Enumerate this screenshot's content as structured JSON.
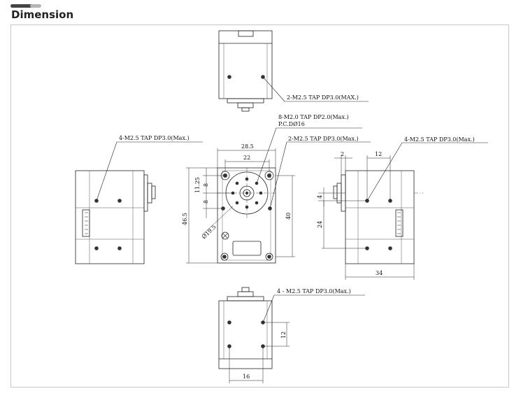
{
  "header": {
    "title": "Dimension"
  },
  "top_view": {
    "note": "2-M2.5 TAP DP3.0(MAX.)"
  },
  "front_view": {
    "note_hub_line1": "8-M2.0 TAP DP2.0(Max.)",
    "note_hub_line2": "P.C.DØ16",
    "note_holes": "2-M2.5 TAP DP3.0(Max.)",
    "dim_width_outer": "28.5",
    "dim_width_inner": "22",
    "dim_11_25": "11.25",
    "dim_8_a": "8",
    "dim_8_b": "8",
    "dim_height": "46.5",
    "dim_40": "40",
    "dim_diameter": "Ø19.5"
  },
  "left_view": {
    "note": "4-M2.5 TAP DP3.0(Max.)"
  },
  "right_view": {
    "note": "4-M2.5 TAP DP3.0(Max.)",
    "dim_2": "2",
    "dim_12": "12",
    "dim_4": "4",
    "dim_24": "24",
    "dim_34": "34"
  },
  "bottom_view": {
    "note": "4 - M2.5 TAP DP3.0(Max.)",
    "dim_12": "12",
    "dim_16": "16"
  }
}
